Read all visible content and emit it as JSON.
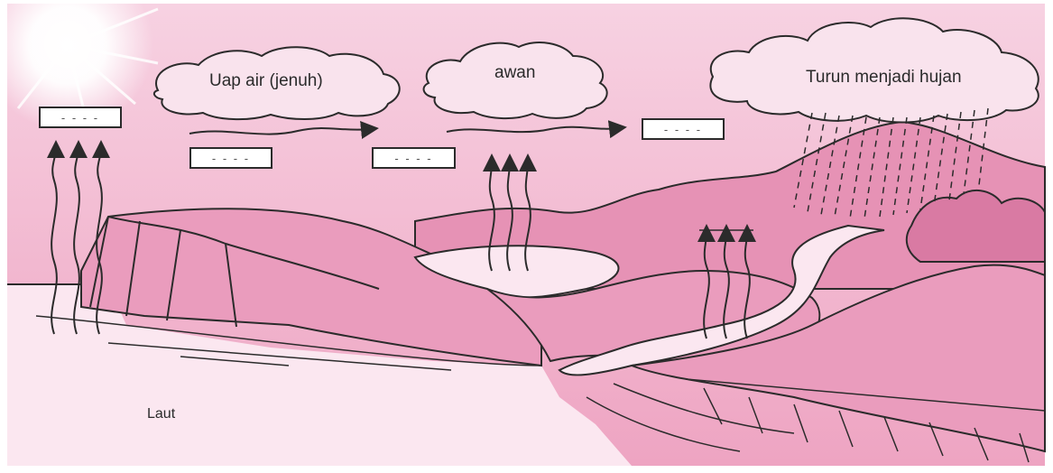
{
  "labels": {
    "cloud_vapor": "Uap air (jenuh)",
    "cloud_awan": "awan",
    "cloud_rain": "Turun menjadi hujan",
    "sea": "Laut"
  },
  "blanks": {
    "b1": "- - - -",
    "b2": "- - - -",
    "b3": "- - - -",
    "b4": "- - - -"
  },
  "colors": {
    "sky_top": "#f7cfe0",
    "sky_bottom": "#efa6c4",
    "land": "#ec9dbd",
    "land_dark": "#df86aa",
    "water": "#fbe7f0",
    "line": "#2b2b2b"
  }
}
